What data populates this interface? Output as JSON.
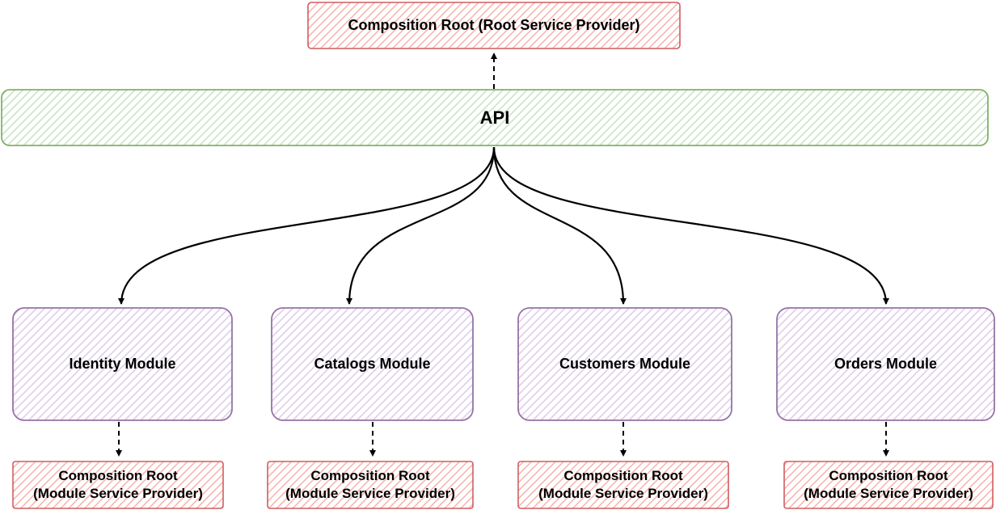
{
  "root": {
    "label": "Composition Root (Root Service Provider)"
  },
  "api": {
    "label": "API"
  },
  "modules": [
    {
      "id": "identity",
      "label": "Identity Module"
    },
    {
      "id": "catalogs",
      "label": "Catalogs Module"
    },
    {
      "id": "customers",
      "label": "Customers Module"
    },
    {
      "id": "orders",
      "label": "Orders Module"
    }
  ],
  "module_roots": [
    {
      "line1": "Composition Root",
      "line2": "(Module Service Provider)"
    },
    {
      "line1": "Composition Root",
      "line2": "(Module Service Provider)"
    },
    {
      "line1": "Composition Root",
      "line2": "(Module Service Provider)"
    },
    {
      "line1": "Composition Root",
      "line2": "(Module Service Provider)"
    }
  ],
  "colors": {
    "root_fill": "#f8cecc",
    "root_stroke": "#d05e5e",
    "api_fill": "#d5e8d4",
    "api_stroke": "#82b366",
    "module_fill": "#e1d5e7",
    "module_stroke": "#9673a6",
    "edge": "#000000"
  }
}
